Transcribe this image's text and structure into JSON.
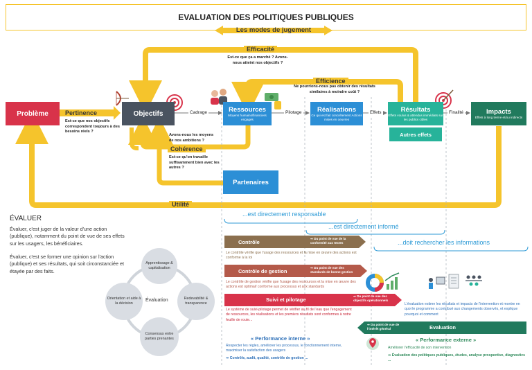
{
  "header": {
    "title": "EVALUATION DES POLITIQUES PUBLIQUES",
    "banner": "Les modes de jugement"
  },
  "diagram": {
    "boxes": {
      "probleme": "Problème",
      "objectifs": "Objectifs",
      "ressources": "Ressources",
      "ressources_sub": "Moyens humains/financiers engagés",
      "realisations": "Réalisations",
      "realisations_sub": "Ce qui est fait concrètement Actions mises en oeuvres",
      "resultats": "Résultats",
      "resultats_sub": "Effets voulus & attendus immédiats sur les publics cibles",
      "impacts": "Impacts",
      "impacts_sub": "Effets à long terme et/ou indirects",
      "autres_effets": "Autres effets",
      "partenaires": "Partenaires"
    },
    "links": {
      "cadrage": "Cadrage",
      "pilotage": "Pilotage",
      "effets": "Effets",
      "finalite": "Finalité"
    },
    "criteria": {
      "efficacite": "Efficacité",
      "efficacite_q": "Est-ce que ça a marché ? Avons-nous atteint nos objectifs ?",
      "efficience": "Efficience",
      "efficience_q": "Ne pourrions-nous pas obtenir des résultats similaires à moindre coût ?",
      "pertinence": "Pertinence",
      "pertinence_q": "Est-ce que nos objectifs correspondent toujours à des besoins réels ?",
      "coherence": "Cohérence",
      "coherence_q1": "Avons-nous les moyens de nos ambitions ?",
      "coherence_q2": "Est-ce qu'on travaille suffisamment bien avec les autres ?",
      "utilite": "Utilité"
    },
    "colors": {
      "yellow": "#f5c42c",
      "red": "#d8334a",
      "dark": "#4a5360",
      "blue": "#2c8fd6",
      "teal": "#27b39a",
      "green": "#217a5d",
      "brown": "#8b6f4e"
    }
  },
  "evaluer": {
    "title": "ÉVALUER",
    "p1": "Évaluer, c'est juger de la valeur d'une action (publique), notamment du point de vue de ses effets sur les usagers, les bénéficiaires.",
    "p2": "Évaluer, c'est se former une opinion sur l'action (publique) et ses résultats, qui soit circonstanciée et étayée par des faits.",
    "cycle": {
      "center": "Évaluation",
      "top": "Apprentissage & capitalisation",
      "right": "Redevabilité & transparence",
      "bottom": "Consensus entre parties prenantes",
      "left": "Orientation et aide à la décision"
    }
  },
  "responsibility": {
    "resp": "...est directement responsable",
    "inform": "...est directement informé",
    "research": "...doit rechercher les informations"
  },
  "controle": {
    "label": "Contrôle",
    "pov": "⇒ Du point de vue de la conformité aux textes",
    "text": "Le contrôle vérifie que l'usage des ressources et la mise en œuvre des actions est conforme à la loi"
  },
  "gestion": {
    "label": "Contrôle de gestion",
    "pov": "⇒ Du point de vue des standards de bonne gestion",
    "text": "Le contrôle de gestion vérifie que l'usage des ressources et la mise en œuvre des actions est optimal/ conforme aux processus et aux standards"
  },
  "suivi": {
    "label": "Suivi et pilotage",
    "pov": "⇒ Du point de vue des objectifs opérationnels",
    "text": "Le système de suivi-pilotage permet de vérifier au fil de l'eau que l'engagement de ressources, les réalisations et les premiers résultats sont conformes à notre feuille de route..."
  },
  "perf_interne": {
    "title": "« Performance interne »",
    "text": "Respecter les règles, améliorer les processus, le fonctionnement interne, maximiser la satisfaction des usagers",
    "list": "⇒ Contrôle, audit, qualité, contrôle de gestion ..."
  },
  "evaluation_panel": {
    "text": "L'évaluation estime les résultats et impacts de l'intervention et montre en quoi le programme a contribué aux changements observés, et explique pourquoi et comment",
    "label": "Evaluation",
    "pov": "⇒ Du point de vue de l'intérêt général"
  },
  "perf_externe": {
    "title": "« Performance externe »",
    "text": "Améliorer l'efficacité de son intervention",
    "list": "⇒ Évaluation des politiques publiques, études, analyse prospective, diagnostics ..."
  }
}
